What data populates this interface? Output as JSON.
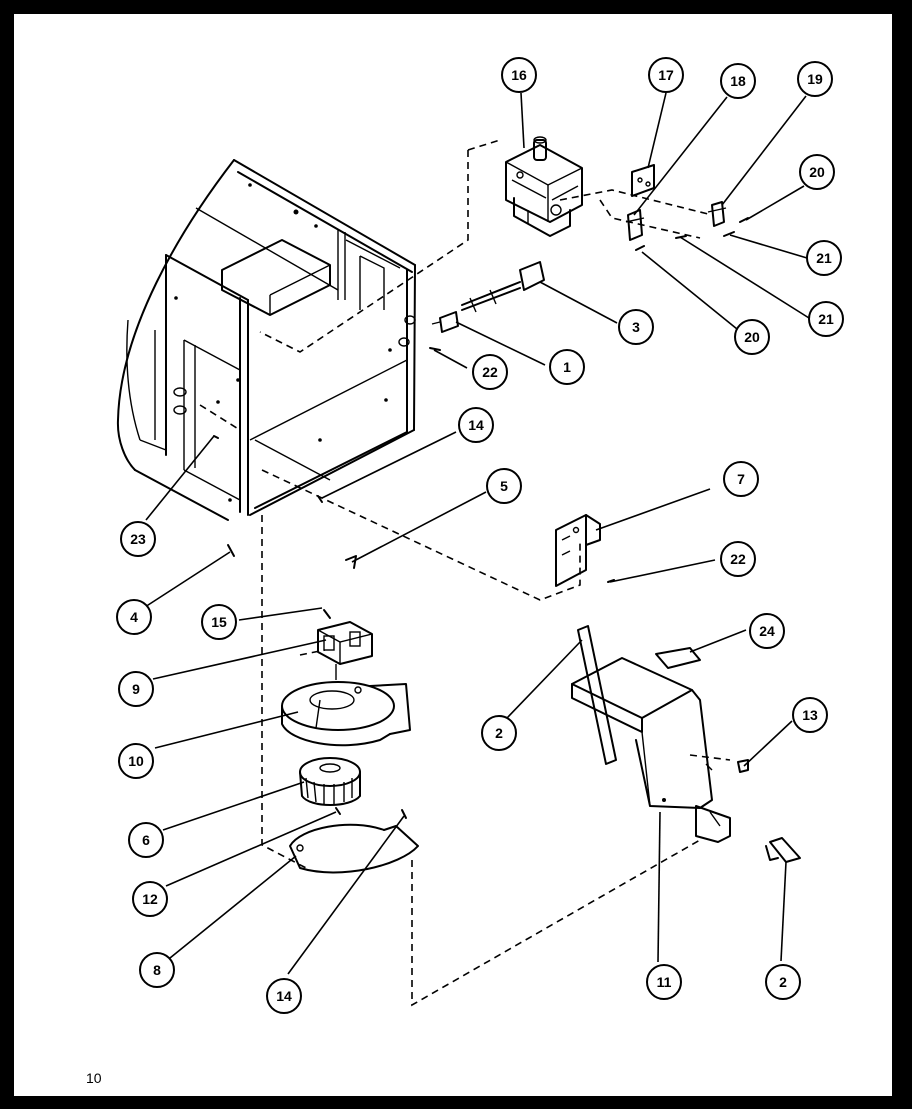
{
  "page_number": "10",
  "callouts": [
    {
      "label": "16"
    },
    {
      "label": "17"
    },
    {
      "label": "18"
    },
    {
      "label": "19"
    },
    {
      "label": "20"
    },
    {
      "label": "21"
    },
    {
      "label": "21"
    },
    {
      "label": "20"
    },
    {
      "label": "3"
    },
    {
      "label": "1"
    },
    {
      "label": "22"
    },
    {
      "label": "14"
    },
    {
      "label": "5"
    },
    {
      "label": "7"
    },
    {
      "label": "22"
    },
    {
      "label": "23"
    },
    {
      "label": "4"
    },
    {
      "label": "15"
    },
    {
      "label": "9"
    },
    {
      "label": "24"
    },
    {
      "label": "10"
    },
    {
      "label": "2"
    },
    {
      "label": "13"
    },
    {
      "label": "6"
    },
    {
      "label": "12"
    },
    {
      "label": "8"
    },
    {
      "label": "14"
    },
    {
      "label": "11"
    },
    {
      "label": "2"
    }
  ]
}
